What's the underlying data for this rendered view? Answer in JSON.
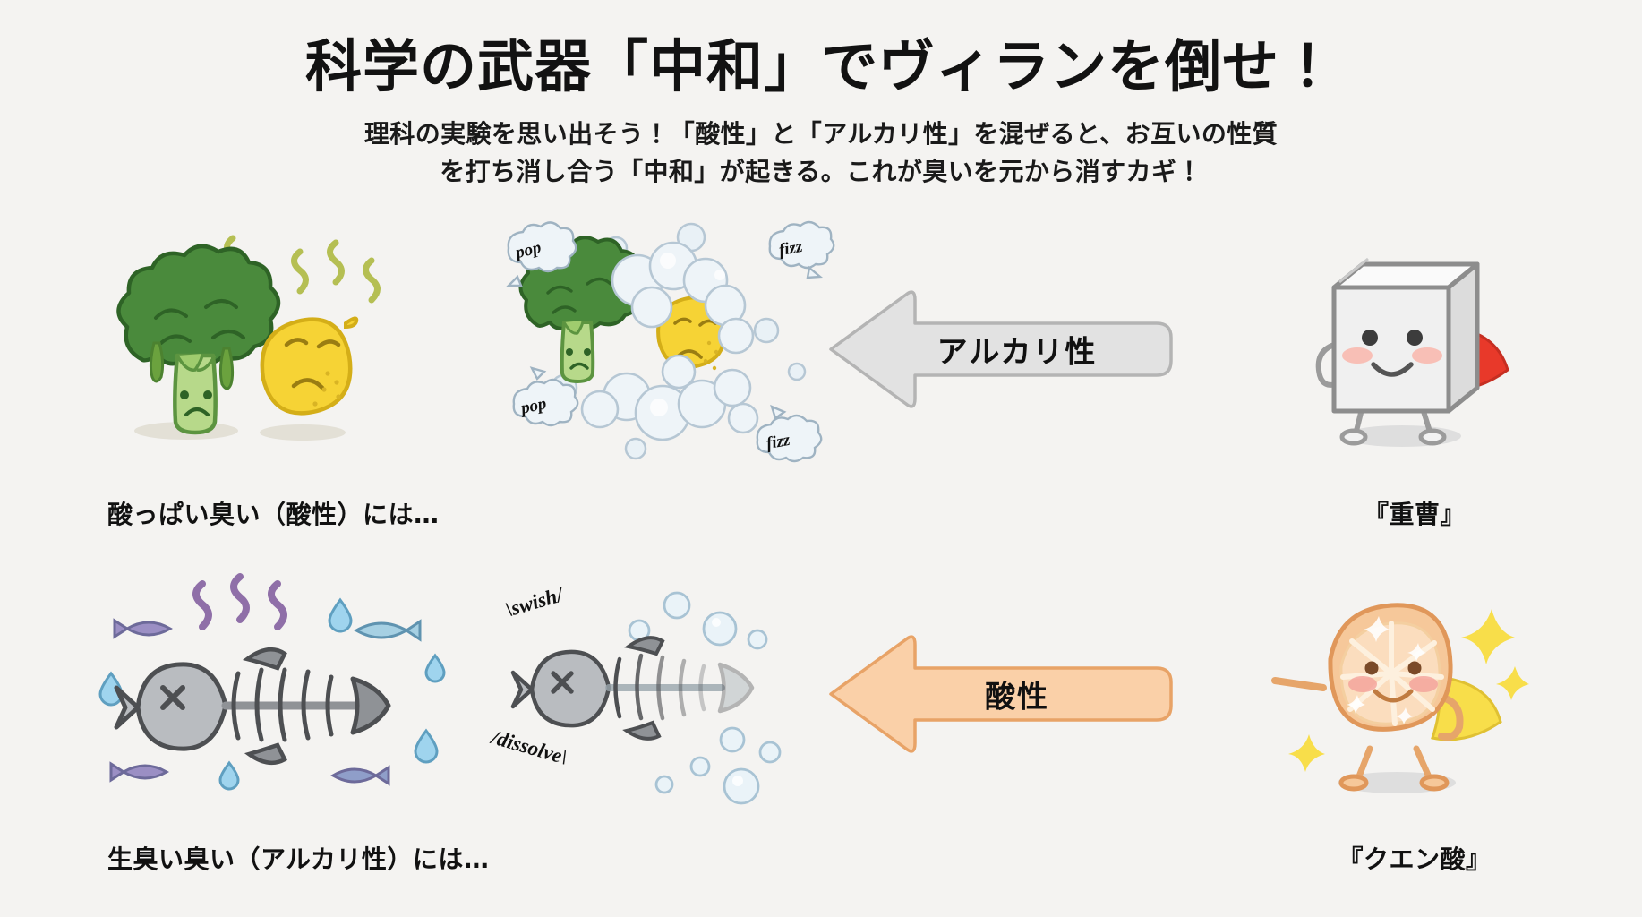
{
  "header": {
    "title": "科学の武器「中和」でヴィランを倒せ！",
    "subtitle_line1": "理科の実験を思い出そう！「酸性」と「アルカリ性」を混ぜると、お互いの性質",
    "subtitle_line2": "を打ち消し合う「中和」が起きる。これが臭いを元から消すカギ！"
  },
  "colors": {
    "background": "#f4f3f1",
    "text": "#111111",
    "arrow_alkaline_fill": "#e2e2e2",
    "arrow_alkaline_stroke": "#b4b4b4",
    "arrow_acid_fill": "#fad0a8",
    "arrow_acid_stroke": "#e8a367",
    "broccoli_green": "#4a8a3c",
    "lemon_yellow": "#f6d335",
    "stink_green": "#b5bf53",
    "stink_purple": "#8f6fa8",
    "bone_gray": "#a9acb0",
    "water_blue": "#8ccbe8",
    "cape_red": "#e8392a",
    "cape_yellow": "#f8de4a",
    "citrus_orange": "#f6c89a",
    "cheek_pink": "#f4a19a"
  },
  "rows": [
    {
      "id": "acid-odor",
      "caption": "酸っぱい臭い（酸性）には…",
      "sfx": [
        "pop",
        "fizz",
        "pop",
        "fizz"
      ],
      "arrow": {
        "label": "アルカリ性",
        "direction": "left",
        "variant": "gray"
      },
      "hero_label": "『重曹』",
      "hero": "baking-soda-box"
    },
    {
      "id": "alkaline-odor",
      "caption": "生臭い臭い（アルカリ性）には…",
      "sfx": [
        "\\swish/",
        "/dissolve\\"
      ],
      "arrow": {
        "label": "酸性",
        "direction": "left",
        "variant": "orange"
      },
      "hero_label": "『クエン酸』",
      "hero": "citric-acid-slice"
    }
  ]
}
